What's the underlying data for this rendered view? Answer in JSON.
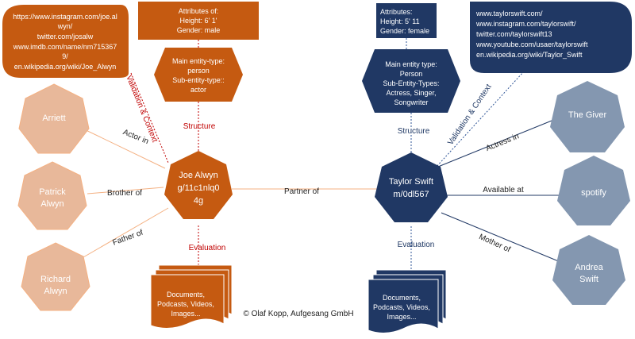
{
  "colors": {
    "orange": "#c55a11",
    "light_orange": "#f4b183",
    "light_orange_fill": "#e8b89a",
    "navy": "#203864",
    "grey_blue": "#8497b0",
    "red_label": "#c00000",
    "blue_label": "#2f5597"
  },
  "left": {
    "urls": [
      "https://www.instagram.com/joe.al",
      "wyn/",
      "twitter.com/josalw",
      "www.imdb.com/name/nm715367",
      "9/",
      "en.wikipedia.org/wiki/Joe_Alwyn"
    ],
    "attributes": [
      "Attributes of:",
      "Height:  6' 1'",
      "Gender: male"
    ],
    "entity_type": [
      "Main entity-type:",
      "person",
      "Sub-entity-type::",
      "actor"
    ],
    "structure": "Structure",
    "validation": "Validation & Context",
    "evaluation": "Evaluation",
    "documents": [
      "Documents,",
      "Podcasts, Videos,",
      "Images..."
    ],
    "main_node": [
      "Joe Alwyn",
      "g/11c1nlq0",
      "4g"
    ],
    "relations": {
      "actor_in": "Actor in",
      "brother_of": "Brother of",
      "father_of": "Father of"
    },
    "nodes": {
      "arriett": "Arriett",
      "patrick": [
        "Patrick",
        "Alwyn"
      ],
      "richard": [
        "Richard",
        "Alwyn"
      ]
    }
  },
  "right": {
    "attributes": [
      "Attributes:",
      "Height:  5' 11",
      "Gender: female"
    ],
    "urls": [
      "www.taylorswift.com/",
      "www.instagram.com/taylorswift/",
      "twitter.com/taylorswift13",
      "www.youtube.com/usaer/taylorswift",
      "en.wikipedia.org/wiki/Taylor_Swift"
    ],
    "entity_type": [
      "Main entity type:",
      "Person",
      "Sub-Entity-Types:",
      "Actress, Singer,",
      "Songwriter"
    ],
    "structure": "Structure",
    "validation": "Validation & Context",
    "evaluation": "Evaluation",
    "documents": [
      "Documents,",
      "Podcasts, Videos,",
      "Images..."
    ],
    "main_node": [
      "Taylor Swift",
      "m/0dl567"
    ],
    "relations": {
      "actress_in": "Actress in",
      "available_at": "Available at",
      "mother_of": "Mother of"
    },
    "nodes": {
      "giver": "The Giver",
      "spotify": "spotify",
      "andrea": [
        "Andrea",
        "Swift"
      ]
    }
  },
  "partner_of": "Partner of",
  "copyright": "© Olaf Kopp, Aufgesang GmbH"
}
